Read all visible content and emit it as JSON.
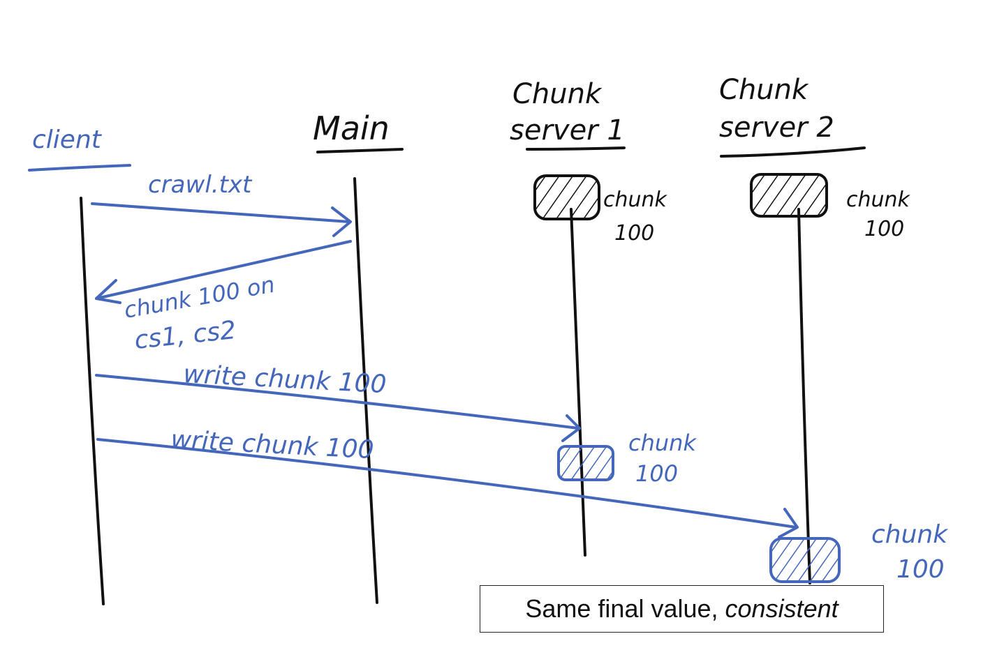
{
  "colors": {
    "ink": "#111111",
    "pen": "#4466bb"
  },
  "actors": {
    "client": "client",
    "main": "Main",
    "cs1_line1": "Chunk",
    "cs1_line2": "server 1",
    "cs2_line1": "Chunk",
    "cs2_line2": "server 2"
  },
  "initial_chunks": {
    "cs1_label_1": "chunk",
    "cs1_label_2": "100",
    "cs2_label_1": "chunk",
    "cs2_label_2": "100"
  },
  "messages": {
    "m1": "crawl.txt",
    "m2_line1": "chunk 100 on",
    "m2_line2": "cs1, cs2",
    "m3": "write chunk 100",
    "m4": "write chunk 100"
  },
  "written_chunks": {
    "cs1_label_1": "chunk",
    "cs1_label_2": "100",
    "cs2_label_1": "chunk",
    "cs2_label_2": "100"
  },
  "caption": {
    "plain": "Same final value,",
    "emphasis": "consistent"
  }
}
